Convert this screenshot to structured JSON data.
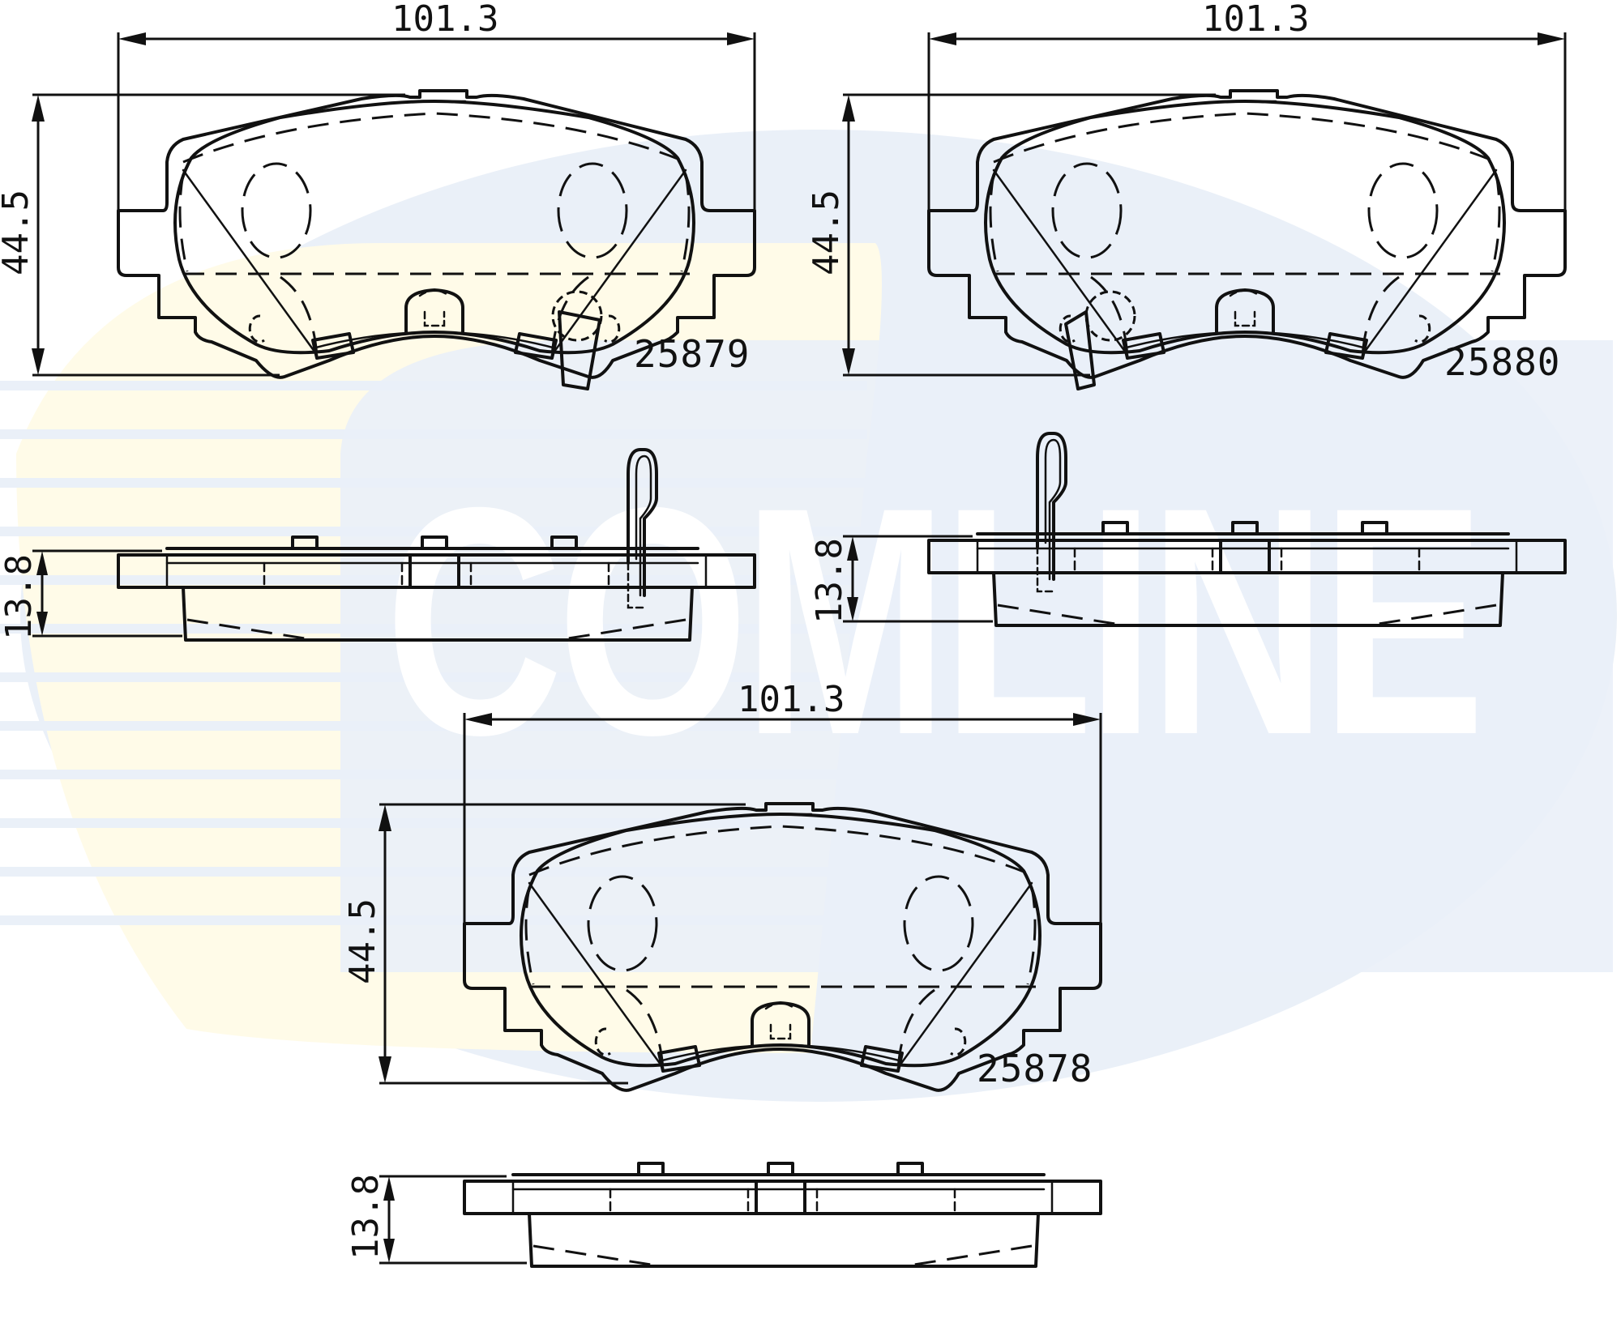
{
  "watermark": {
    "brand": "COMLINE",
    "ellipse_color": "#eaf0f8",
    "swoosh_color": "#fffbe8",
    "stripe_color": "#eaf0f8",
    "text_color": "#ffffff"
  },
  "line_color": "#111111",
  "views": [
    {
      "part_number": "25879",
      "front": {
        "width_label": "101.3",
        "height_label": "44.5",
        "wear_indicator": "right"
      },
      "side": {
        "thickness_label": "13.8",
        "wear_clip": true
      }
    },
    {
      "part_number": "25880",
      "front": {
        "width_label": "101.3",
        "height_label": "44.5",
        "wear_indicator": "left"
      },
      "side": {
        "thickness_label": "13.8",
        "wear_clip": true
      }
    },
    {
      "part_number": "25878",
      "front": {
        "width_label": "101.3",
        "height_label": "44.5",
        "wear_indicator": "none"
      },
      "side": {
        "thickness_label": "13.8",
        "wear_clip": false
      }
    }
  ]
}
